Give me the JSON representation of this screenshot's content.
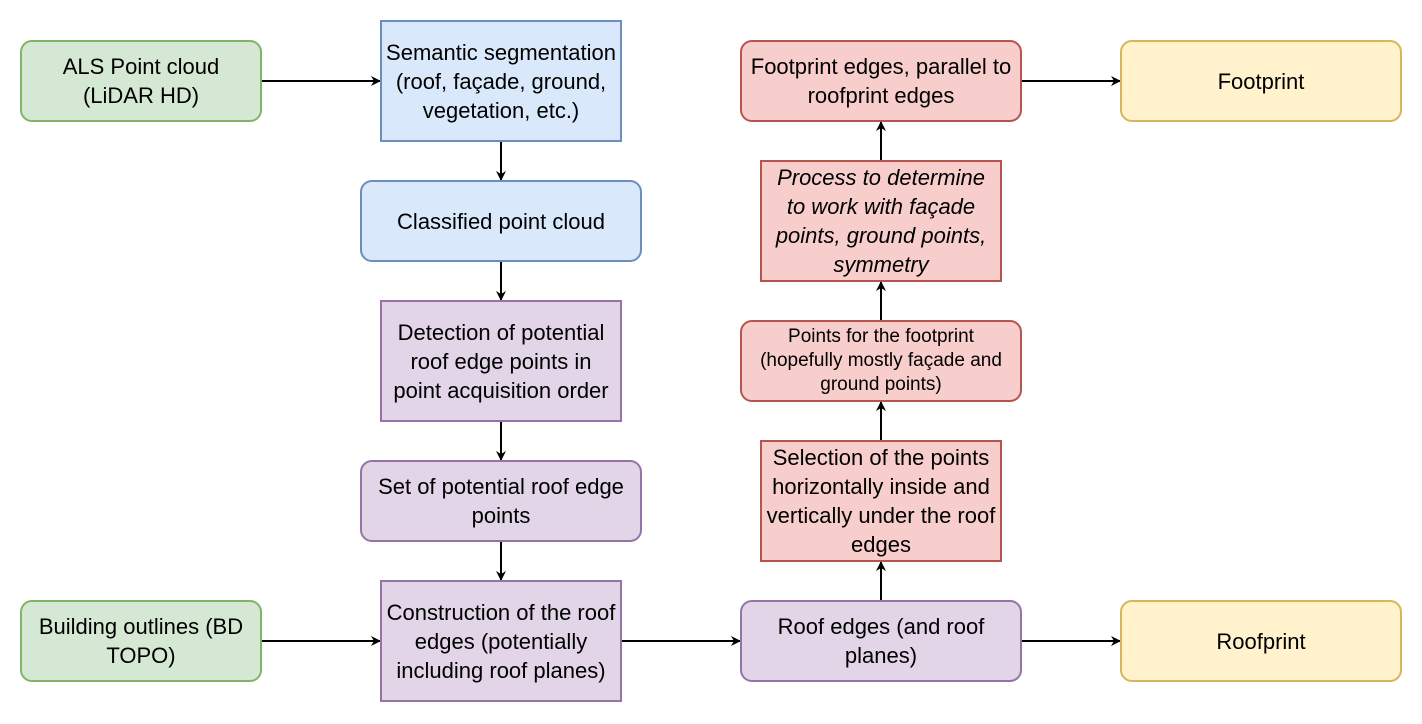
{
  "diagram": {
    "colors": {
      "green_fill": "#d5e8d4",
      "green_stroke": "#82b366",
      "blue_fill": "#dae8fc",
      "blue_stroke": "#6c8ebf",
      "purple_fill": "#e1d5e7",
      "purple_stroke": "#9673a6",
      "red_fill": "#f8cecc",
      "red_stroke": "#b85450",
      "yellow_fill": "#fff2cc",
      "yellow_stroke": "#d6b656",
      "edge": "#000000"
    },
    "nodes": {
      "als_point_cloud": "ALS Point cloud (LiDAR HD)",
      "semantic_segmentation": "Semantic segmentation (roof, façade, ground, vegetation, etc.)",
      "classified_point_cloud": "Classified point cloud",
      "detection_edge_points": "Detection of potential roof edge points in point acquisition order",
      "set_edge_points": "Set of potential roof edge points",
      "building_outlines": "Building outlines (BD TOPO)",
      "construction_roof_edges": "Construction of the roof edges (potentially including roof planes)",
      "roof_edges": "Roof edges (and roof planes)",
      "roofprint": "Roofprint",
      "selection_points": "Selection of the points horizontally inside and vertically under the roof edges",
      "points_footprint": "Points for the footprint (hopefully mostly façade and ground points)",
      "process_determine": "Process to determine to work with façade points, ground points, symmetry",
      "footprint_edges": "Footprint edges, parallel to roofprint edges",
      "footprint": "Footprint"
    },
    "edges": [
      {
        "from": "als_point_cloud",
        "to": "semantic_segmentation"
      },
      {
        "from": "semantic_segmentation",
        "to": "classified_point_cloud"
      },
      {
        "from": "classified_point_cloud",
        "to": "detection_edge_points"
      },
      {
        "from": "detection_edge_points",
        "to": "set_edge_points"
      },
      {
        "from": "set_edge_points",
        "to": "construction_roof_edges"
      },
      {
        "from": "building_outlines",
        "to": "construction_roof_edges"
      },
      {
        "from": "construction_roof_edges",
        "to": "roof_edges"
      },
      {
        "from": "roof_edges",
        "to": "roofprint"
      },
      {
        "from": "roof_edges",
        "to": "selection_points"
      },
      {
        "from": "selection_points",
        "to": "points_footprint"
      },
      {
        "from": "points_footprint",
        "to": "process_determine"
      },
      {
        "from": "process_determine",
        "to": "footprint_edges"
      },
      {
        "from": "footprint_edges",
        "to": "footprint"
      }
    ]
  }
}
